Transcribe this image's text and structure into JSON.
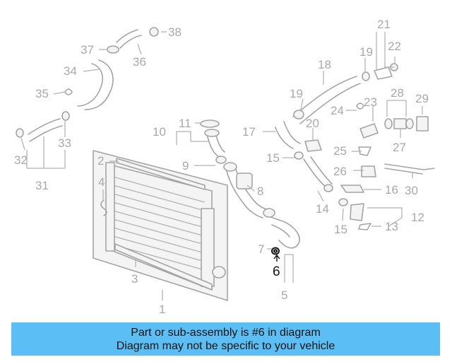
{
  "diagram": {
    "highlighted_part": "6",
    "callouts": [
      {
        "id": "c1",
        "num": "1"
      },
      {
        "id": "c2",
        "num": "2"
      },
      {
        "id": "c3",
        "num": "3"
      },
      {
        "id": "c4",
        "num": "4"
      },
      {
        "id": "c5",
        "num": "5"
      },
      {
        "id": "c6",
        "num": "6"
      },
      {
        "id": "c7",
        "num": "7"
      },
      {
        "id": "c8",
        "num": "8"
      },
      {
        "id": "c9",
        "num": "9"
      },
      {
        "id": "c10",
        "num": "10"
      },
      {
        "id": "c11",
        "num": "11"
      },
      {
        "id": "c12",
        "num": "12"
      },
      {
        "id": "c13",
        "num": "13"
      },
      {
        "id": "c14",
        "num": "14"
      },
      {
        "id": "c15a",
        "num": "15"
      },
      {
        "id": "c15b",
        "num": "15"
      },
      {
        "id": "c16",
        "num": "16"
      },
      {
        "id": "c17",
        "num": "17"
      },
      {
        "id": "c18",
        "num": "18"
      },
      {
        "id": "c19a",
        "num": "19"
      },
      {
        "id": "c19b",
        "num": "19"
      },
      {
        "id": "c20",
        "num": "20"
      },
      {
        "id": "c21",
        "num": "21"
      },
      {
        "id": "c22",
        "num": "22"
      },
      {
        "id": "c23",
        "num": "23"
      },
      {
        "id": "c24",
        "num": "24"
      },
      {
        "id": "c25",
        "num": "25"
      },
      {
        "id": "c26",
        "num": "26"
      },
      {
        "id": "c27",
        "num": "27"
      },
      {
        "id": "c28",
        "num": "28"
      },
      {
        "id": "c29",
        "num": "29"
      },
      {
        "id": "c30",
        "num": "30"
      },
      {
        "id": "c31",
        "num": "31"
      },
      {
        "id": "c32",
        "num": "32"
      },
      {
        "id": "c33",
        "num": "33"
      },
      {
        "id": "c34",
        "num": "34"
      },
      {
        "id": "c35",
        "num": "35"
      },
      {
        "id": "c36",
        "num": "36"
      },
      {
        "id": "c37",
        "num": "37"
      },
      {
        "id": "c38",
        "num": "38"
      }
    ]
  },
  "banner": {
    "line1": "Part or sub-assembly is #6 in diagram",
    "line2": "Diagram may not be specific to your vehicle",
    "color": "#5bbff5"
  }
}
